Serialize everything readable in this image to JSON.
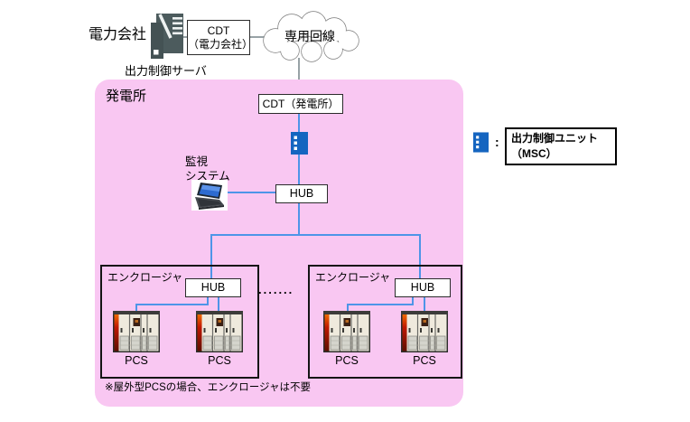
{
  "colors": {
    "plant_area_pink": "#f9c7f2",
    "network_line_blue": "#4e95e8",
    "wan_line_gray": "#98a2a6",
    "msc_unit_blue": "#1565c0"
  },
  "power_company": {
    "label": "電力会社",
    "server_caption": "出力制御サーバ",
    "cdt_box_line1": "CDT",
    "cdt_box_line2": "（電力会社）"
  },
  "wan": {
    "cloud_label": "専用回線"
  },
  "plant": {
    "label": "発電所",
    "cdt_box": "CDT（発電所）",
    "monitoring_line1": "監視",
    "monitoring_line2": "システム",
    "hub_label": "HUB",
    "dots": ".......",
    "note": "※屋外型PCSの場合、エンクロージャは不要"
  },
  "enclosures": [
    {
      "label": "エンクロージャ",
      "hub": "HUB",
      "pcs": [
        "PCS",
        "PCS"
      ]
    },
    {
      "label": "エンクロージャ",
      "hub": "HUB",
      "pcs": [
        "PCS",
        "PCS"
      ]
    }
  ],
  "legend": {
    "separator": ":",
    "line1": "出力制御ユニット",
    "line2": "（MSC）"
  }
}
